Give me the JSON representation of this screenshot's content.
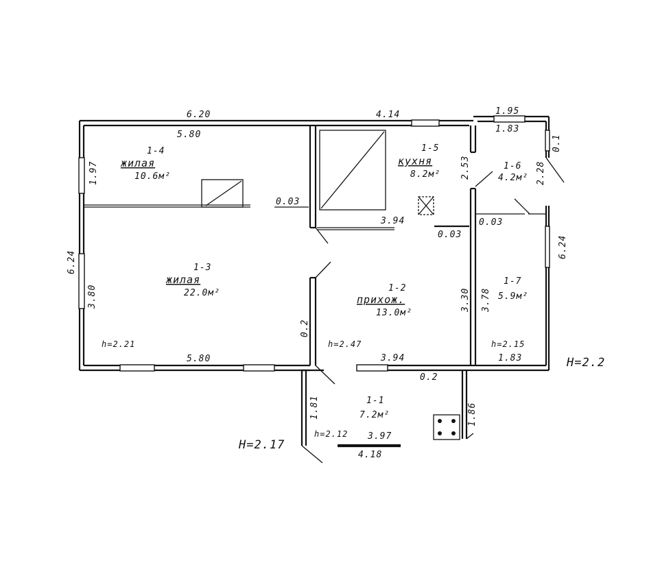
{
  "rooms": [
    {
      "id": "1-1",
      "name": "",
      "area": "7.2м²",
      "height": "h=2.12"
    },
    {
      "id": "1-2",
      "name": "прихож.",
      "area": "13.0м²",
      "height": "h=2.47"
    },
    {
      "id": "1-3",
      "name": "жилая",
      "area": "22.0м²",
      "height": "h=2.21"
    },
    {
      "id": "1-4",
      "name": "жилая",
      "area": "10.6м²",
      "height": ""
    },
    {
      "id": "1-5",
      "name": "кухня",
      "area": "8.2м²",
      "height": ""
    },
    {
      "id": "1-6",
      "name": "",
      "area": "4.2м²",
      "height": ""
    },
    {
      "id": "1-7",
      "name": "",
      "area": "5.9м²",
      "height": "h=2.15"
    }
  ],
  "dimensions": {
    "top_left_outer": "6.20",
    "top_left_inner": "5.80",
    "top_mid": "4.14",
    "top_right_outer": "1.95",
    "top_right_inner": "1.83",
    "right_top_small": "0.1",
    "room16_height": "2.28",
    "kitchen_height": "2.53",
    "right_outer": "6.24",
    "left_outer": "6.24",
    "room14_side": "1.97",
    "room13_side": "3.80",
    "room13_bottom": "5.80",
    "partition1": "0.03",
    "partition2": "0.03",
    "partition3": "0.03",
    "kitchen_bottom": "3.94",
    "hall_right": "3.30",
    "hall_bottom": "3.94",
    "room17_side": "3.78",
    "room17_bottom": "1.83",
    "wall_mid": "0.2",
    "wall_bottom": "0.2",
    "porch_left": "1.81",
    "porch_right": "1.86",
    "porch_inner": "3.97",
    "porch_outer": "4.18"
  },
  "exterior_heights": {
    "right": "H=2.2",
    "left": "H=2.17"
  }
}
